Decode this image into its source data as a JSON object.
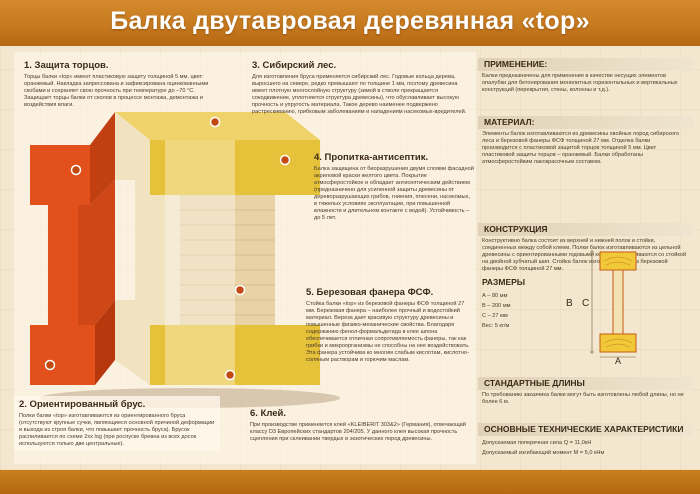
{
  "title": "Балка двутавровая деревянная «top»",
  "colors": {
    "header": "#c77a1f",
    "accent": "#c24a12",
    "wood": "#e6c98a",
    "yellow": "#e9c21a"
  },
  "sections": {
    "s1": {
      "title": "1. Защита торцов.",
      "text": "Торцы балки «top» имеют пластиковую защиту толщиной 5 мм, цвет: оранжевый. Накладка запрессована и зафиксирована оцинкованными скобами и сохраняет свою прочность при температуре до –70 °С. Защищает торцы балки от сколов в процессе монтажа, демонтажа и воздействия влаги."
    },
    "s2": {
      "title": "2. Ориентированный брус.",
      "text": "Полки балки «top» изготавливаются из ориентированного бруса (отсутствуют крупные сучки, являющиеся основной причиной деформации и выхода из строя балки, что повышает прочность бруса). Брусок распиливается по схеме 2xx log (при роспуске бревна из всех досок используются только две центральные)."
    },
    "s3": {
      "title": "3. Сибирский лес.",
      "text": "Для изготовления бруса применяется сибирский лес. Годовые кольца дерева, выросшего на севере, редко превышают по толщине 1 мм, поэтому древесина имеет плотную многослойную структуру (зимой в стволе прекращается сокодвижение, уплотняется структура древесины), что обуславливает высокую прочность и упругость материала. Такое дерево наименее подвержено растрескиванию, грибковым заболеваниям и нападениям насекомых-вредителей."
    },
    "s4": {
      "title": "4. Пропитка-антисептик.",
      "text": "Балка защищена от биоразрушения двумя слоями фасадной акриловой краски желтого цвета. Покрытие атмосферостойкое и обладает антисептическим действием (предназначено для усиленной защиты древесины от дереворазрушающих грибов, гниения, плесени, насекомых, в тяжелых условиях эксплуатации, при повышенной влажности и длительном контакте с водой). Устойчивость – до 5 лет."
    },
    "s5": {
      "title": "5. Березовая фанера ФСФ.",
      "text": "Стойка балки «top» из березовой фанеры ФСФ толщиной 27 мм. Березовая фанера – наиболее прочный и водостойкий материал. Вереза дает красивую структуру древесины и повышенные физико-механические свойства. Благодаря содержанию фенол-формальдегида в клее шпона обеспечивается отличная сопротивляемость фанеры, так как грибки и микроорганизмы не способны на нее воздействовать. Эта фанера устойчива ко многим слабым кислотам, кислотно-соляным растворам и горючим маслам."
    },
    "s6": {
      "title": "6. Клей.",
      "text": "При производстве применяется клей «KLEIBERIT 303&2» (Германия), отвечающий классу D3 Европейских стандартов 204/205. У данного клея высокая прочность сцепления при склеивании твердых и экзотических пород древесины."
    }
  },
  "right": {
    "application": {
      "title": "ПРИМЕНЕНИЕ:",
      "text": "Балки предназначены для применения в качестве несущих элементов опалубки для бетонирования монолитных горизонтальных и вертикальных конструкций (перекрытия, стены, колонны и т.д.)."
    },
    "material": {
      "title": "МАТЕРИАЛ:",
      "text": "Элементы балок изготавливаются из древесины хвойных пород сибирского леса и березовой фанеры ФСФ толщиной 27 мм. Отделка балки производится с пластиковой защитой торцов толщиной 5 мм. Цвет пластиковой защиты торцов – оранжевый. Балки обработаны атмосферостойким лакокрасочным составом."
    },
    "construction": {
      "title": "КОНСТРУКЦИЯ",
      "text": "Конструктивно балка состоит из верхней и нижней полок и стойки, соединенных между собой клеем. Полки балок изготавливаются из цельной древесины с ориентированными годовыми кольцами, склеиваются со стойкой на двойной зубчатый шип. Стойка балок изготавливается из березовой фанеры ФСФ толщиной 27 мм."
    },
    "dims": {
      "title": "РАЗМЕРЫ",
      "a": "А – 80 мм",
      "b": "В – 200 мм",
      "c": "С – 27 мм",
      "w": "Вес: 5 кг/м",
      "label_a": "A",
      "label_b": "B",
      "label_c": "C"
    },
    "lengths": {
      "title": "СТАНДАРТНЫЕ ДЛИНЫ",
      "text": "По требованию заказчика балки могут быть изготовлены любой длины, но не более 6 м."
    },
    "specs": {
      "title": "ОСНОВНЫЕ ТЕХНИЧЕСКИЕ ХАРАКТЕРИСТИКИ",
      "q": "Допускаемая поперечная сила Q = 11,0кН",
      "m": "Допускаемый изгибающий момент М = 5,0 кНм"
    }
  }
}
